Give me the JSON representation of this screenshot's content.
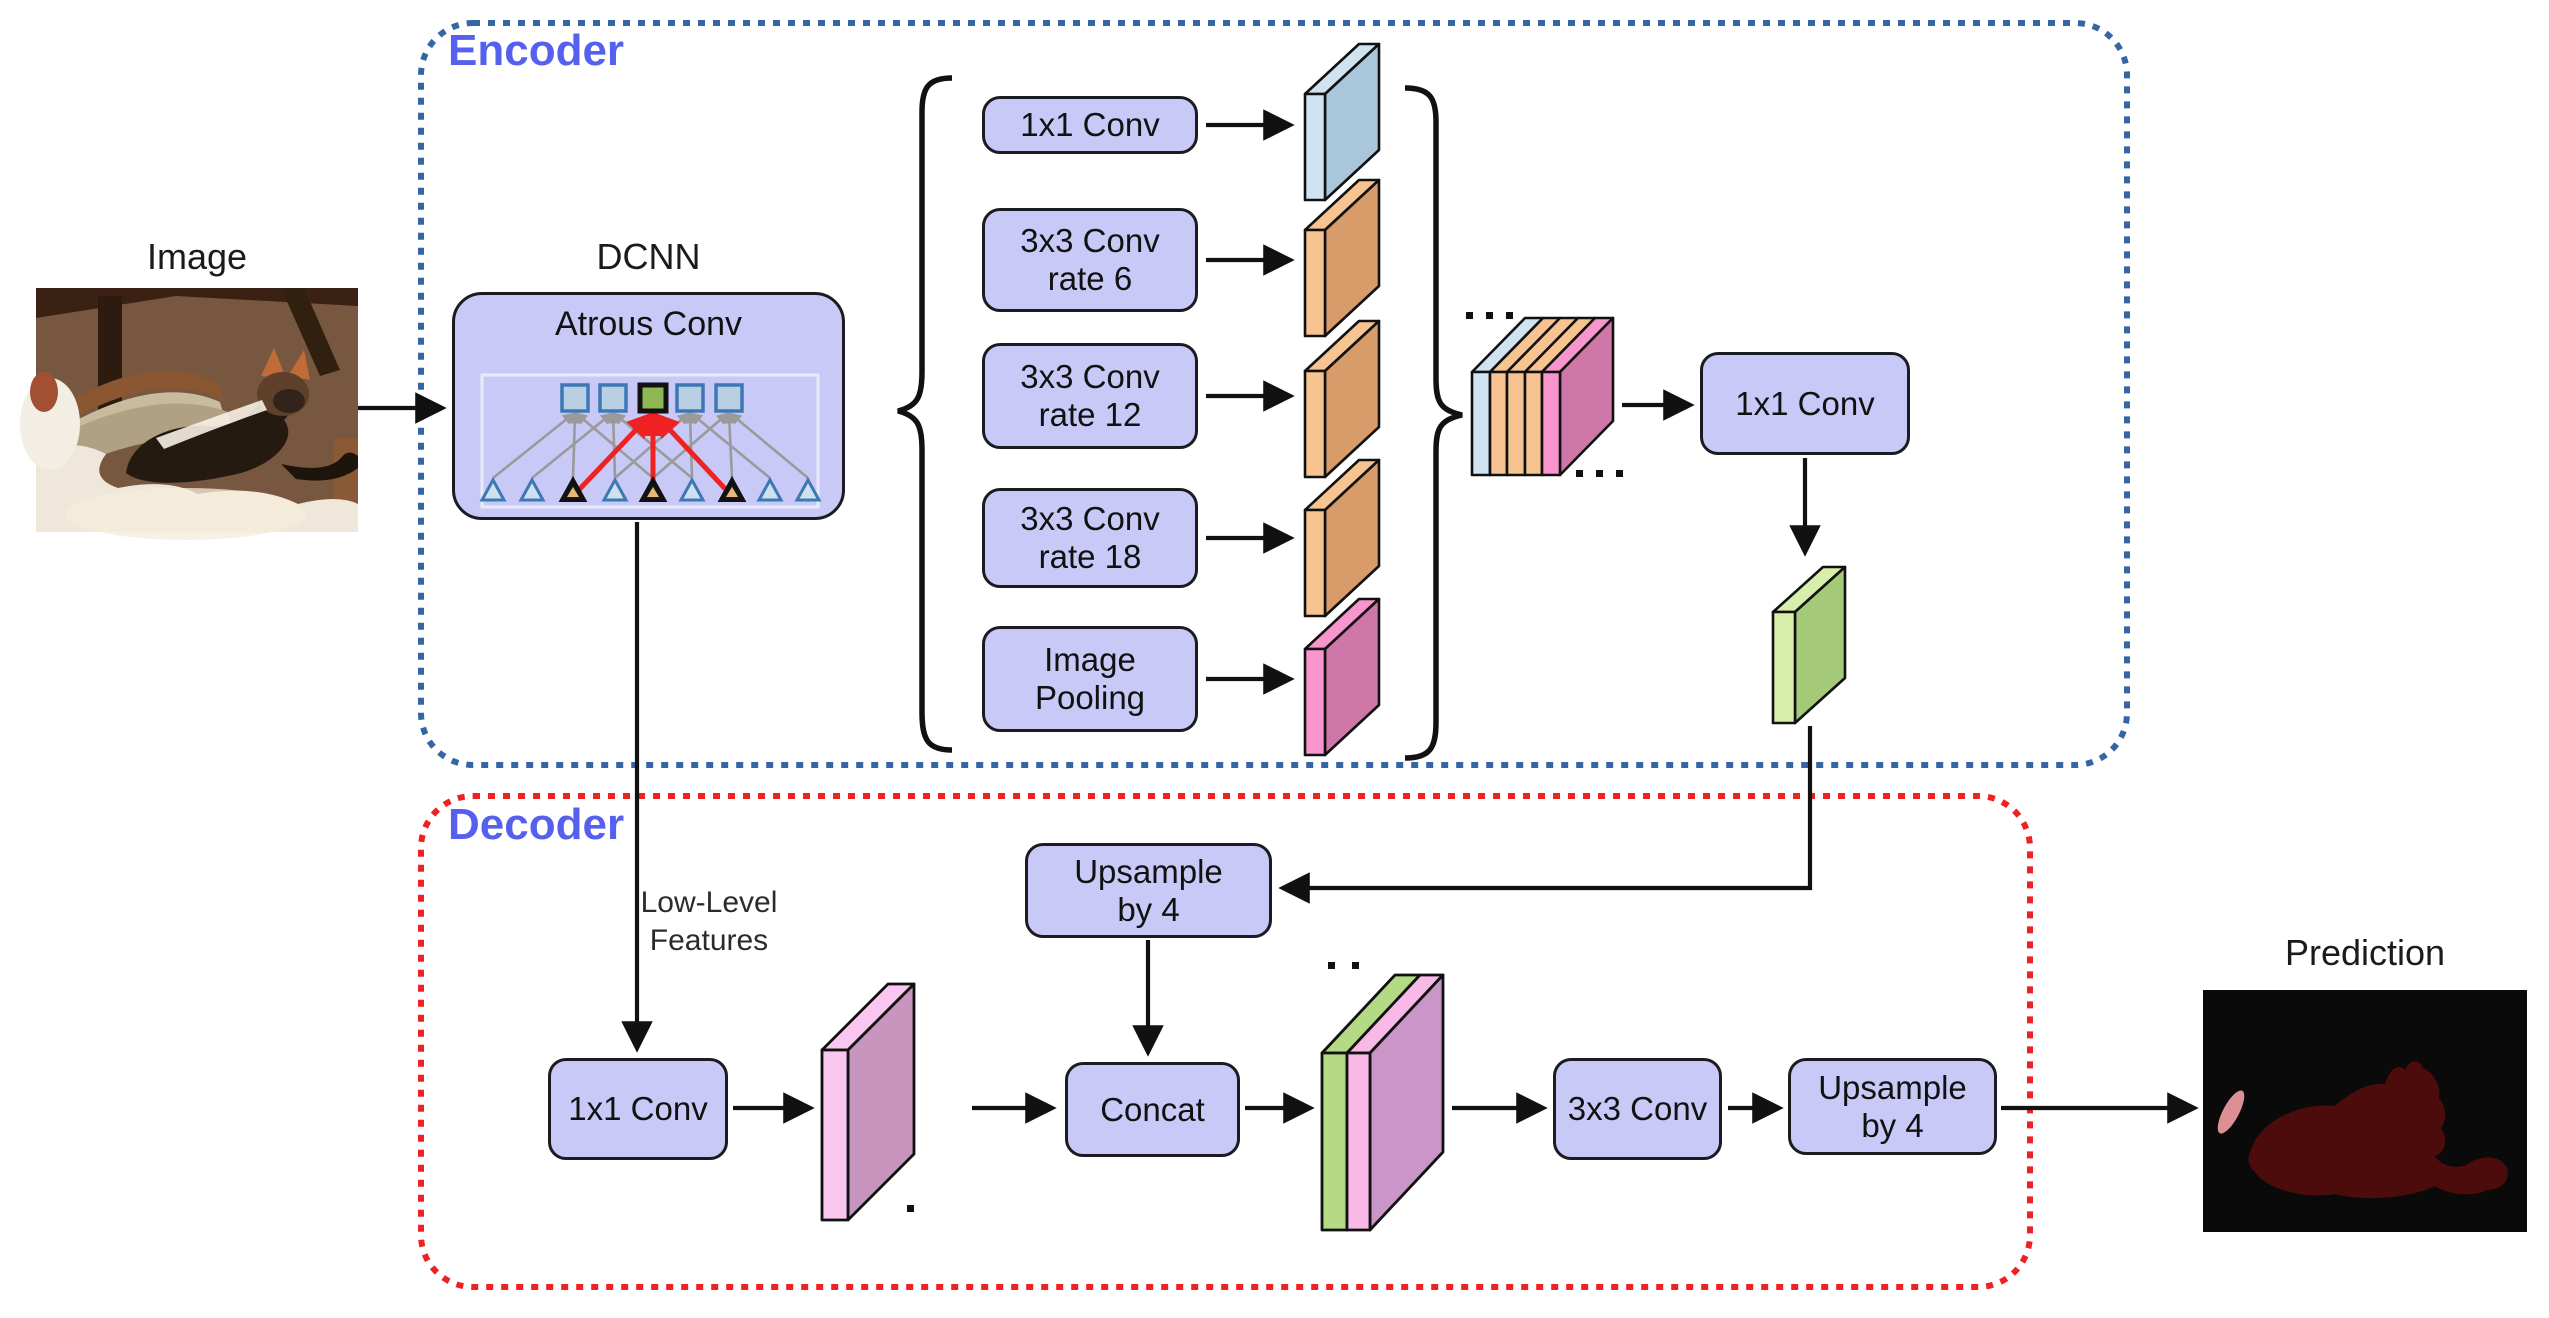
{
  "input": {
    "label": "Image"
  },
  "output": {
    "label": "Prediction"
  },
  "encoder": {
    "title": "Encoder",
    "dcnn": {
      "label": "DCNN",
      "box_label": "Atrous Conv"
    },
    "aspp": [
      {
        "line1": "1x1 Conv"
      },
      {
        "line1": "3x3 Conv",
        "line2": "rate 6"
      },
      {
        "line1": "3x3 Conv",
        "line2": "rate 12"
      },
      {
        "line1": "3x3 Conv",
        "line2": "rate 18"
      },
      {
        "line1": "Image",
        "line2": "Pooling"
      }
    ],
    "projection": {
      "label": "1x1 Conv"
    }
  },
  "decoder": {
    "title": "Decoder",
    "low_level": {
      "line1": "Low-Level",
      "line2": "Features"
    },
    "upsample_top": {
      "line1": "Upsample",
      "line2": "by 4"
    },
    "conv1x1": {
      "label": "1x1 Conv"
    },
    "concat": {
      "label": "Concat"
    },
    "conv3x3": {
      "label": "3x3 Conv"
    },
    "upsample_out": {
      "line1": "Upsample",
      "line2": "by 4"
    }
  },
  "colors": {
    "box_fill": "#c9c9f7",
    "box_border": "#1b1b22",
    "title_blue": "#5560ee",
    "dash_blue": "#3465a4",
    "dash_red": "#ee2222",
    "arrow": "#111111",
    "gray_line": "#9a9a9a",
    "text_dark": "#1b1b1b",
    "slab_blue_front": "#cfe3f0",
    "slab_blue_side": "#a9c6da",
    "slab_orange_front": "#f6c391",
    "slab_orange_side": "#d89b6a",
    "slab_pink_front": "#f895cc",
    "slab_pink_side": "#ce77a8",
    "slab_green_front": "#d8eeab",
    "slab_green_side": "#a3c979",
    "dec_pink_front": "#f9c6ef",
    "dec_pink_side": "#c795bd",
    "dec_green_front": "#b5da85",
    "dec_stack_pink": "#f8b9e6",
    "dec_stack_side": "#c996c7",
    "pred_bg": "#0a0a0a",
    "pred_blob": "#4d0c0c",
    "pred_sliver": "#dc9093"
  }
}
